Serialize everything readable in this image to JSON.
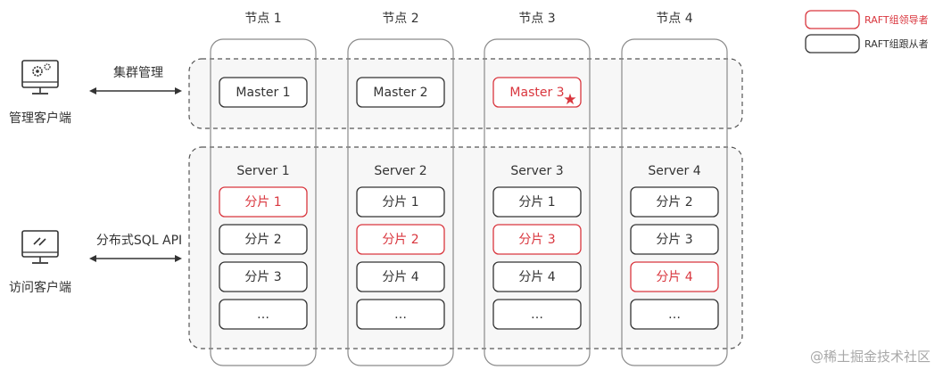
{
  "legend": {
    "leader": "RAFT组领导者",
    "follower": "RAFT组跟从者"
  },
  "colors": {
    "leader": "#d9363e",
    "follower": "#333333",
    "node_outline": "#8a8a8a",
    "group_outline": "#555555"
  },
  "nodes": [
    {
      "title": "节点 1",
      "master": {
        "label": "Master 1",
        "leader": false
      },
      "server": "Server 1",
      "shards": [
        {
          "label": "分片 1",
          "leader": true
        },
        {
          "label": "分片 2",
          "leader": false
        },
        {
          "label": "分片 3",
          "leader": false
        },
        {
          "label": "…",
          "leader": false
        }
      ]
    },
    {
      "title": "节点 2",
      "master": {
        "label": "Master 2",
        "leader": false
      },
      "server": "Server 2",
      "shards": [
        {
          "label": "分片 1",
          "leader": false
        },
        {
          "label": "分片 2",
          "leader": true
        },
        {
          "label": "分片 4",
          "leader": false
        },
        {
          "label": "…",
          "leader": false
        }
      ]
    },
    {
      "title": "节点 3",
      "master": {
        "label": "Master 3",
        "leader": true,
        "star": true
      },
      "server": "Server 3",
      "shards": [
        {
          "label": "分片 1",
          "leader": false
        },
        {
          "label": "分片 3",
          "leader": true
        },
        {
          "label": "分片 4",
          "leader": false
        },
        {
          "label": "…",
          "leader": false
        }
      ]
    },
    {
      "title": "节点 4",
      "master": null,
      "server": "Server 4",
      "shards": [
        {
          "label": "分片 2",
          "leader": false
        },
        {
          "label": "分片 3",
          "leader": false
        },
        {
          "label": "分片 4",
          "leader": true
        },
        {
          "label": "…",
          "leader": false
        }
      ]
    }
  ],
  "clients": {
    "admin": {
      "label": "管理客户端",
      "icon": "admin-monitor-gear-icon",
      "link": "集群管理"
    },
    "access": {
      "label": "访问客户端",
      "icon": "access-monitor-icon",
      "link": "分布式SQL API"
    }
  },
  "watermark": "@稀土掘金技术社区"
}
